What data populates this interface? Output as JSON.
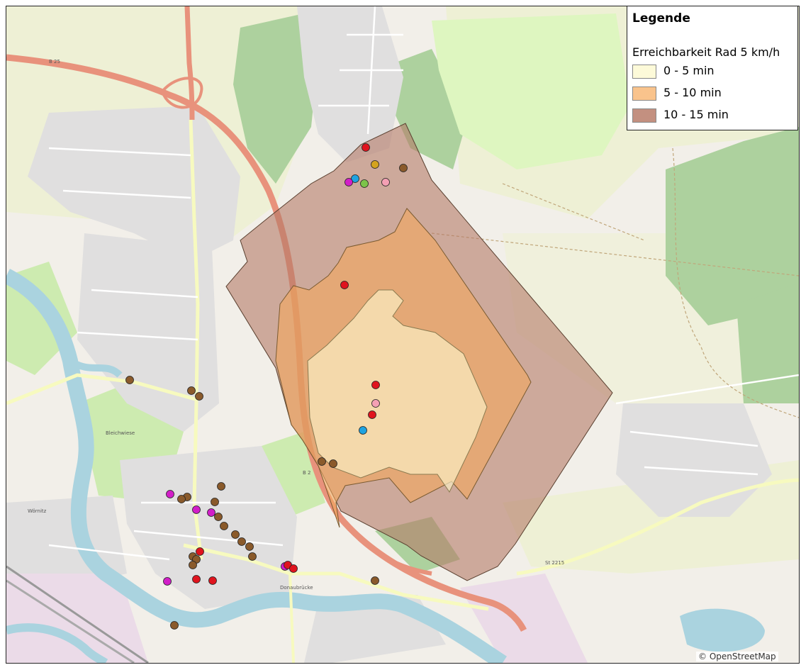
{
  "legend": {
    "title": "Legende",
    "subtitle": "Erreichbarkeit Rad 5 km/h",
    "classes": [
      {
        "label": "0 - 5 min",
        "color": "#fdfad9"
      },
      {
        "label": "5 - 10 min",
        "color": "#f9c38c"
      },
      {
        "label": "10 - 15 min",
        "color": "#c39080"
      }
    ]
  },
  "attribution": "© OpenStreetMap",
  "poi_colors": {
    "brown": "#8a5a2b",
    "red": "#e0141e",
    "magenta": "#d21ec8",
    "blue": "#1fa3e0",
    "pink": "#f4a0b4",
    "green": "#7cc44a",
    "gold": "#d4a31e"
  },
  "map_labels": {
    "road_b25": "B 25",
    "road_b2": "B 2",
    "road_st2215": "St 2215",
    "donaubruecke": "Donaubrücke",
    "bleichwiese": "Bleichwiese",
    "woernitz": "Wörnitz"
  }
}
